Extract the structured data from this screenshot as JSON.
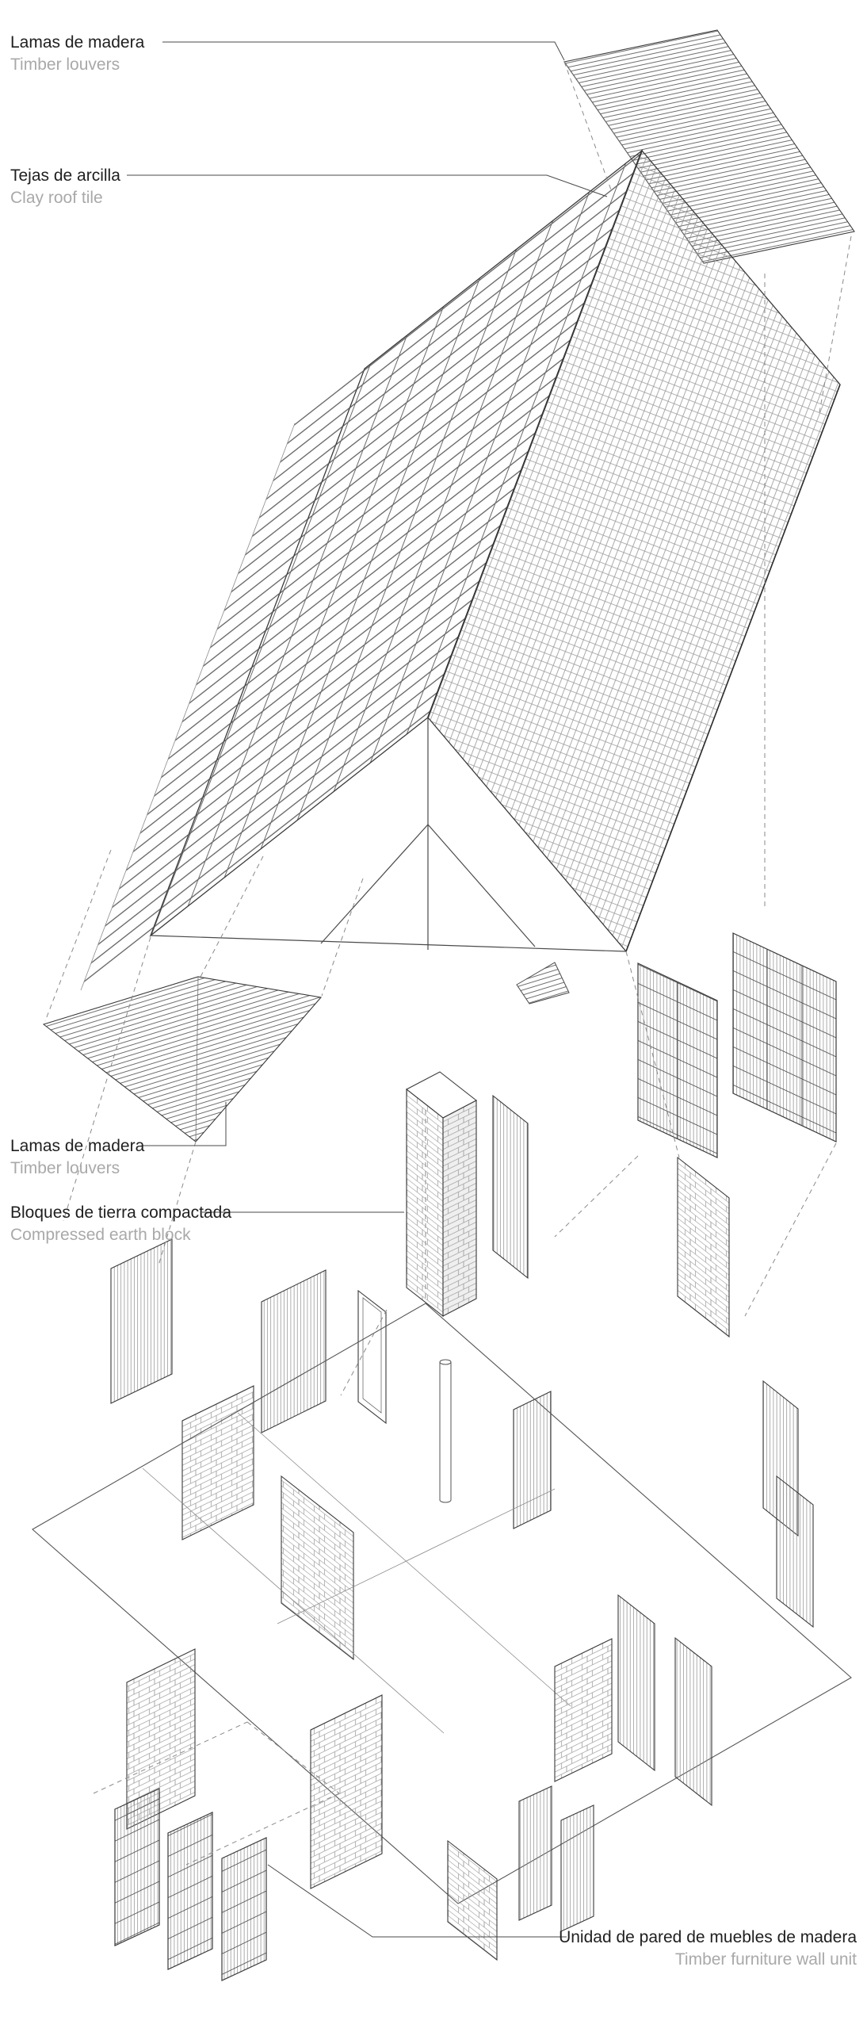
{
  "page": {
    "title": "Exploded axonometric construction diagram"
  },
  "colors": {
    "ink": "#1f1f1f",
    "muted": "#a9a9a9",
    "outline": "#3a3a3a",
    "hatch": "#8c8c8c",
    "background": "#ffffff"
  },
  "labels": [
    {
      "id": "timber-louvers-top",
      "primary": "Lamas de madera",
      "secondary": "Timber louvers"
    },
    {
      "id": "clay-roof-tile",
      "primary": "Tejas de arcilla",
      "secondary": "Clay roof tile"
    },
    {
      "id": "timber-louvers-mid",
      "primary": "Lamas de madera",
      "secondary": "Timber louvers"
    },
    {
      "id": "earth-block",
      "primary": "Bloques de tierra compactada",
      "secondary": "Compressed earth block"
    },
    {
      "id": "furniture-wall-unit",
      "primary": "Unidad de pared de muebles de madera",
      "secondary": "Timber furniture wall unit"
    }
  ]
}
